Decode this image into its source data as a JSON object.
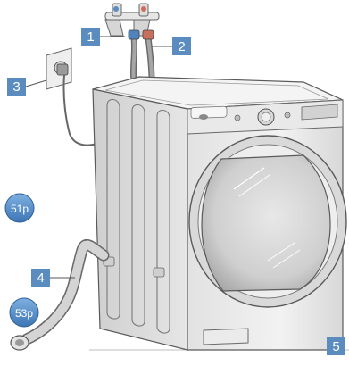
{
  "callouts": [
    {
      "id": "1",
      "label": "1"
    },
    {
      "id": "2",
      "label": "2"
    },
    {
      "id": "3",
      "label": "3"
    },
    {
      "id": "4",
      "label": "4"
    },
    {
      "id": "5",
      "label": "5"
    }
  ],
  "page_refs": [
    {
      "id": "ref-51",
      "label": "51p"
    },
    {
      "id": "ref-53",
      "label": "53p"
    }
  ],
  "colors": {
    "callout_fill": "#5b8cc0",
    "page_ref_fill": "#4a86c5",
    "outline": "#5a5a5a",
    "body_light": "#f1f1f1",
    "body_mid": "#dcdcdc",
    "body_dark": "#c4c4c4"
  }
}
